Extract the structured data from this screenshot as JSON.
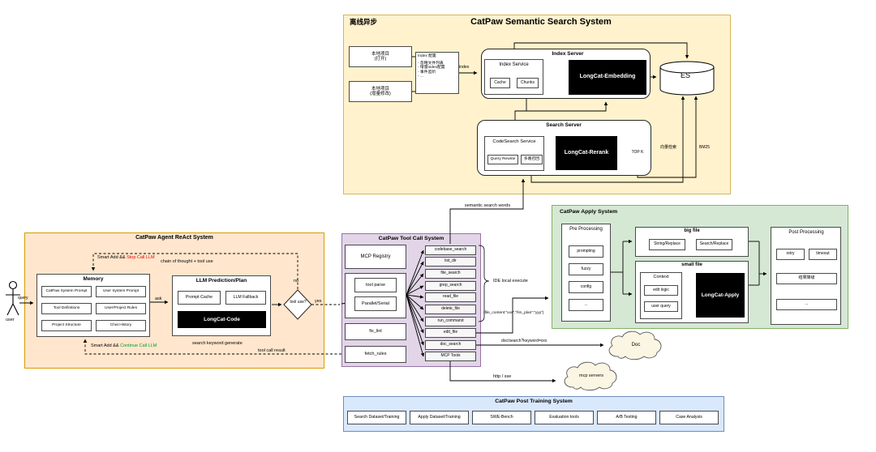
{
  "colors": {
    "yellow_fill": "#FFF2CC",
    "yellow_border": "#D6B656",
    "orange_fill": "#FFE6CC",
    "orange_border": "#D79B00",
    "purple_fill": "#E1D5E7",
    "purple_border": "#9673A6",
    "green_fill": "#D5E8D4",
    "green_border": "#82B366",
    "blue_fill": "#DAE8FC",
    "blue_border": "#6C8EBF",
    "stop_red": "#e60000",
    "continue_green": "#009933"
  },
  "semantic_search": {
    "offline_label": "离线异步",
    "title": "CatPaw Semantic Search System",
    "local_project_open": "本地项目\n(打开)",
    "local_project_incr": "本地项目\n(增量修改)",
    "index_config": {
      "title": "Index 配置",
      "items": [
        "- 忽略文件列表",
        "- 增量index配置",
        "- 事件监听",
        "- ..."
      ]
    },
    "index_arrow_label": "index",
    "index_server": {
      "title": "Index Server",
      "service": "Index Service",
      "cache": "Cache",
      "chunks": "Chunks",
      "model": "LongCat-Embedding"
    },
    "es_label": "ES",
    "search_server": {
      "title": "Search  Server",
      "service": "CodeSearch Service",
      "query_rewrite": "Query Rewrite",
      "multi_recall": "多路召回",
      "model": "LongCat-Rerank",
      "topk": "TOP K"
    },
    "vector_label": "向量检索",
    "bm25_label": "BM25"
  },
  "agent": {
    "title": "CatPaw Agent ReAct System",
    "stop_prefix": "Smart Add && ",
    "stop_red": "Stop Call LLM",
    "cot_label": "chain of thought + tool use",
    "memory": {
      "title": "Memory",
      "items": [
        "CatPaw System Prompt",
        "User System Prompt",
        "Tool Definitions",
        "User/Project Rules",
        "Project Structure",
        "Chat History"
      ]
    },
    "llm": {
      "title": "LLM Prediction/Plan",
      "prompt_cache": "Prompt Cache",
      "fallback": "LLM Fallback",
      "model": "LongCat-Code"
    },
    "diamond": "tool use?",
    "no_label": "no",
    "yes_label": "yes",
    "ask_label": "ask",
    "cont_prefix": "Smart Add && ",
    "cont_green": "Continue Call LLM",
    "keyword_label": "search keyword generate",
    "tool_result_label": "tool call result",
    "user_label": "user",
    "query_label": "query"
  },
  "tool_call": {
    "title": "CatPaw Tool Call System",
    "mcp_registry": "MCP Registry",
    "tool_parse": "tool parse",
    "parallel": "Parallel/Serial",
    "fix_lint": "fix_lint",
    "fetch_rules": "fetch_rules",
    "tools": [
      "codebase_search",
      "list_dir",
      "file_search",
      "grep_search",
      "read_file",
      "delete_file",
      "run_command",
      "edit_file",
      "doc_search",
      "MCP Tools"
    ],
    "ide_label": "IDE local execute"
  },
  "apply": {
    "title": "CatPaw Apply System",
    "pre": {
      "title": "Pre Processing",
      "items": [
        "prompting",
        "fuzzy",
        "config",
        "..."
      ]
    },
    "big": {
      "title": "big file",
      "items": [
        "String/Replace",
        "Search/Replace"
      ]
    },
    "small": {
      "title": "small file",
      "context": "Context",
      "edit_logic": "edit logic",
      "user_query": "user query",
      "model": "LongCat-Apply"
    },
    "post": {
      "title": "Post Processing",
      "items": [
        "retry",
        "timeout",
        "结果降级",
        "..."
      ]
    }
  },
  "post_training": {
    "title": "CatPaw Post Training System",
    "items": [
      "Search Dataset/Training",
      "Apply Dataset/Training",
      "SWE-Bench",
      "Evaluation tools",
      "A/B Testing",
      "Case Analysis"
    ]
  },
  "edges": {
    "semantic_words": "semantic search words",
    "file_content": "{file_content:\"xxx\",\"fim_plan\":\"yyy\"}",
    "doc_url": "doc/search?keyword=xxx",
    "http_sse": "http / sse"
  },
  "clouds": {
    "doc": "Doc",
    "mcp": "mcp servers"
  }
}
